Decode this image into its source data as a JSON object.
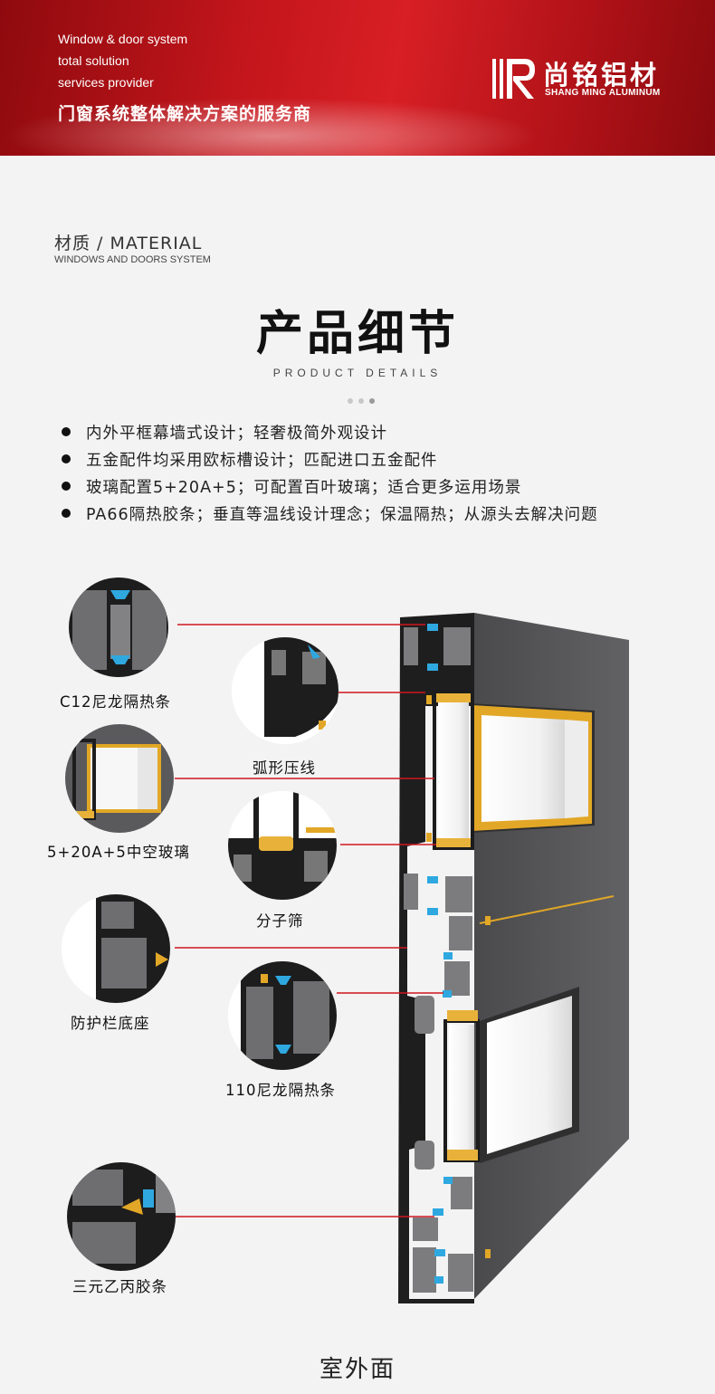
{
  "banner": {
    "en_lines": [
      "Window & door system",
      "total solution",
      "services provider"
    ],
    "cn_slogan": "门窗系统整体解决方案的服务商",
    "logo_cn": "尚铭铝材",
    "logo_en": "SHANG MING ALUMINUM"
  },
  "section": {
    "title": "材质 / MATERIAL",
    "subtitle": "WINDOWS AND DOORS SYSTEM"
  },
  "heading": {
    "title": "产品细节",
    "subtitle": "PRODUCT DETAILS"
  },
  "features": [
    "内外平框幕墙式设计；轻奢极简外观设计",
    "五金配件均采用欧标槽设计；匹配进口五金配件",
    "玻璃配置5+20A+5；可配置百叶玻璃；适合更多运用场景",
    "PA66隔热胶条；垂直等温线设计理念；保温隔热；从源头去解决问题"
  ],
  "callouts": [
    "C12尼龙隔热条",
    "弧形压线",
    "5+20A+5中空玻璃",
    "分子筛",
    "防护栏底座",
    "110尼龙隔热条",
    "三元乙丙胶条"
  ],
  "footer_label": "室外面",
  "colors": {
    "banner_red": "#c4161c",
    "profile_gray": "#5a5a5c",
    "thermal_blue": "#2fa8e0",
    "gasket_gold": "#e2a726",
    "leader_red": "#d0161c"
  }
}
